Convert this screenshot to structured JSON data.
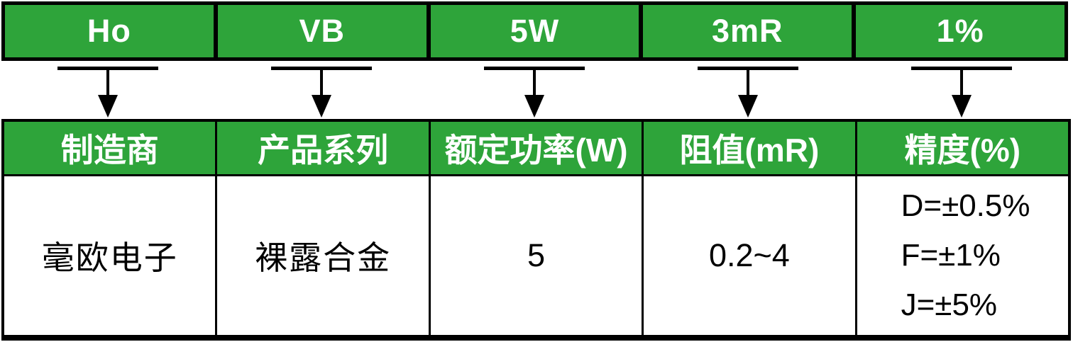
{
  "diagram": {
    "title": "part-number-legend",
    "columns": [
      {
        "code": "Ho",
        "header": "制造商",
        "value": "毫欧电子"
      },
      {
        "code": "VB",
        "header": "产品系列",
        "value": "裸露合金"
      },
      {
        "code": "5W",
        "header": "额定功率(W)",
        "value": "5"
      },
      {
        "code": "3mR",
        "header": "阻值(mR)",
        "value": "0.2~4"
      },
      {
        "code": "1%",
        "header": "精度(%)",
        "values": [
          "D=±0.5%",
          "F=±1%",
          "J=±5%"
        ]
      }
    ],
    "colors": {
      "green": "#2EA43A",
      "border": "#000000",
      "header_text": "#FFFFFF",
      "body_text": "#000000"
    }
  }
}
